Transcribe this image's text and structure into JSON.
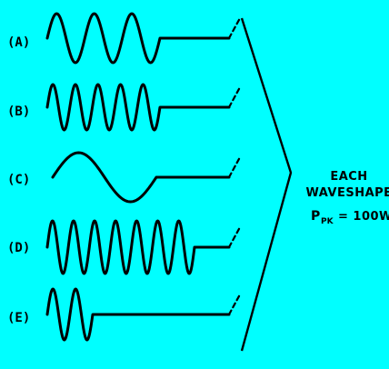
{
  "waveforms": [
    {
      "label": "(A)",
      "cycles": 3
    },
    {
      "label": "(B)",
      "cycles": 5
    },
    {
      "label": "(C)",
      "cycles": 1
    },
    {
      "label": "(D)",
      "cycles": 7
    },
    {
      "label": "(E)",
      "cycles": 2
    }
  ],
  "annotation": {
    "line1": "EACH",
    "line2": "WAVESHAPE",
    "power_symbol": "P",
    "power_subscript": "PK",
    "power_value": "= 100W"
  },
  "colors": {
    "background": "#00FFFF",
    "ink": "#000000"
  }
}
